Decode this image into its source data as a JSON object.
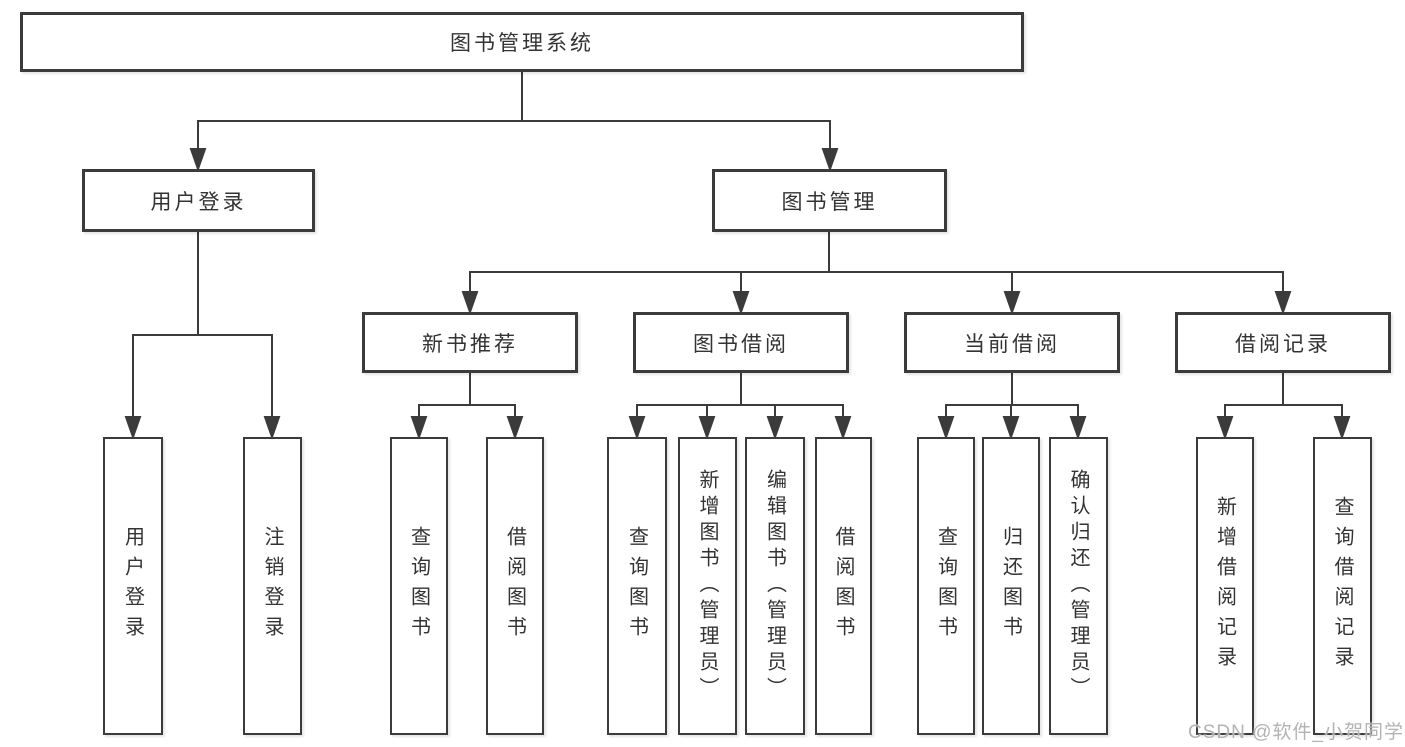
{
  "root": {
    "label": "图书管理系统"
  },
  "user_branch": {
    "label": "用户登录",
    "children": [
      "用户登录",
      "注销登录"
    ]
  },
  "mgmt_branch": {
    "label": "图书管理",
    "modules": [
      {
        "label": "新书推荐",
        "children": [
          "查询图书",
          "借阅图书"
        ]
      },
      {
        "label": "图书借阅",
        "children": [
          "查询图书",
          "新增图书（管理员）",
          "编辑图书（管理员）",
          "借阅图书"
        ]
      },
      {
        "label": "当前借阅",
        "children": [
          "查询图书",
          "归还图书",
          "确认归还（管理员）"
        ]
      },
      {
        "label": "借阅记录",
        "children": [
          "新增借阅记录",
          "查询借阅记录"
        ]
      }
    ]
  },
  "watermark": "CSDN @软件_小贺同学",
  "colors": {
    "line": "#3b3b3b",
    "text": "#333333",
    "watermark": "#b3b3b3",
    "background": "#ffffff"
  }
}
